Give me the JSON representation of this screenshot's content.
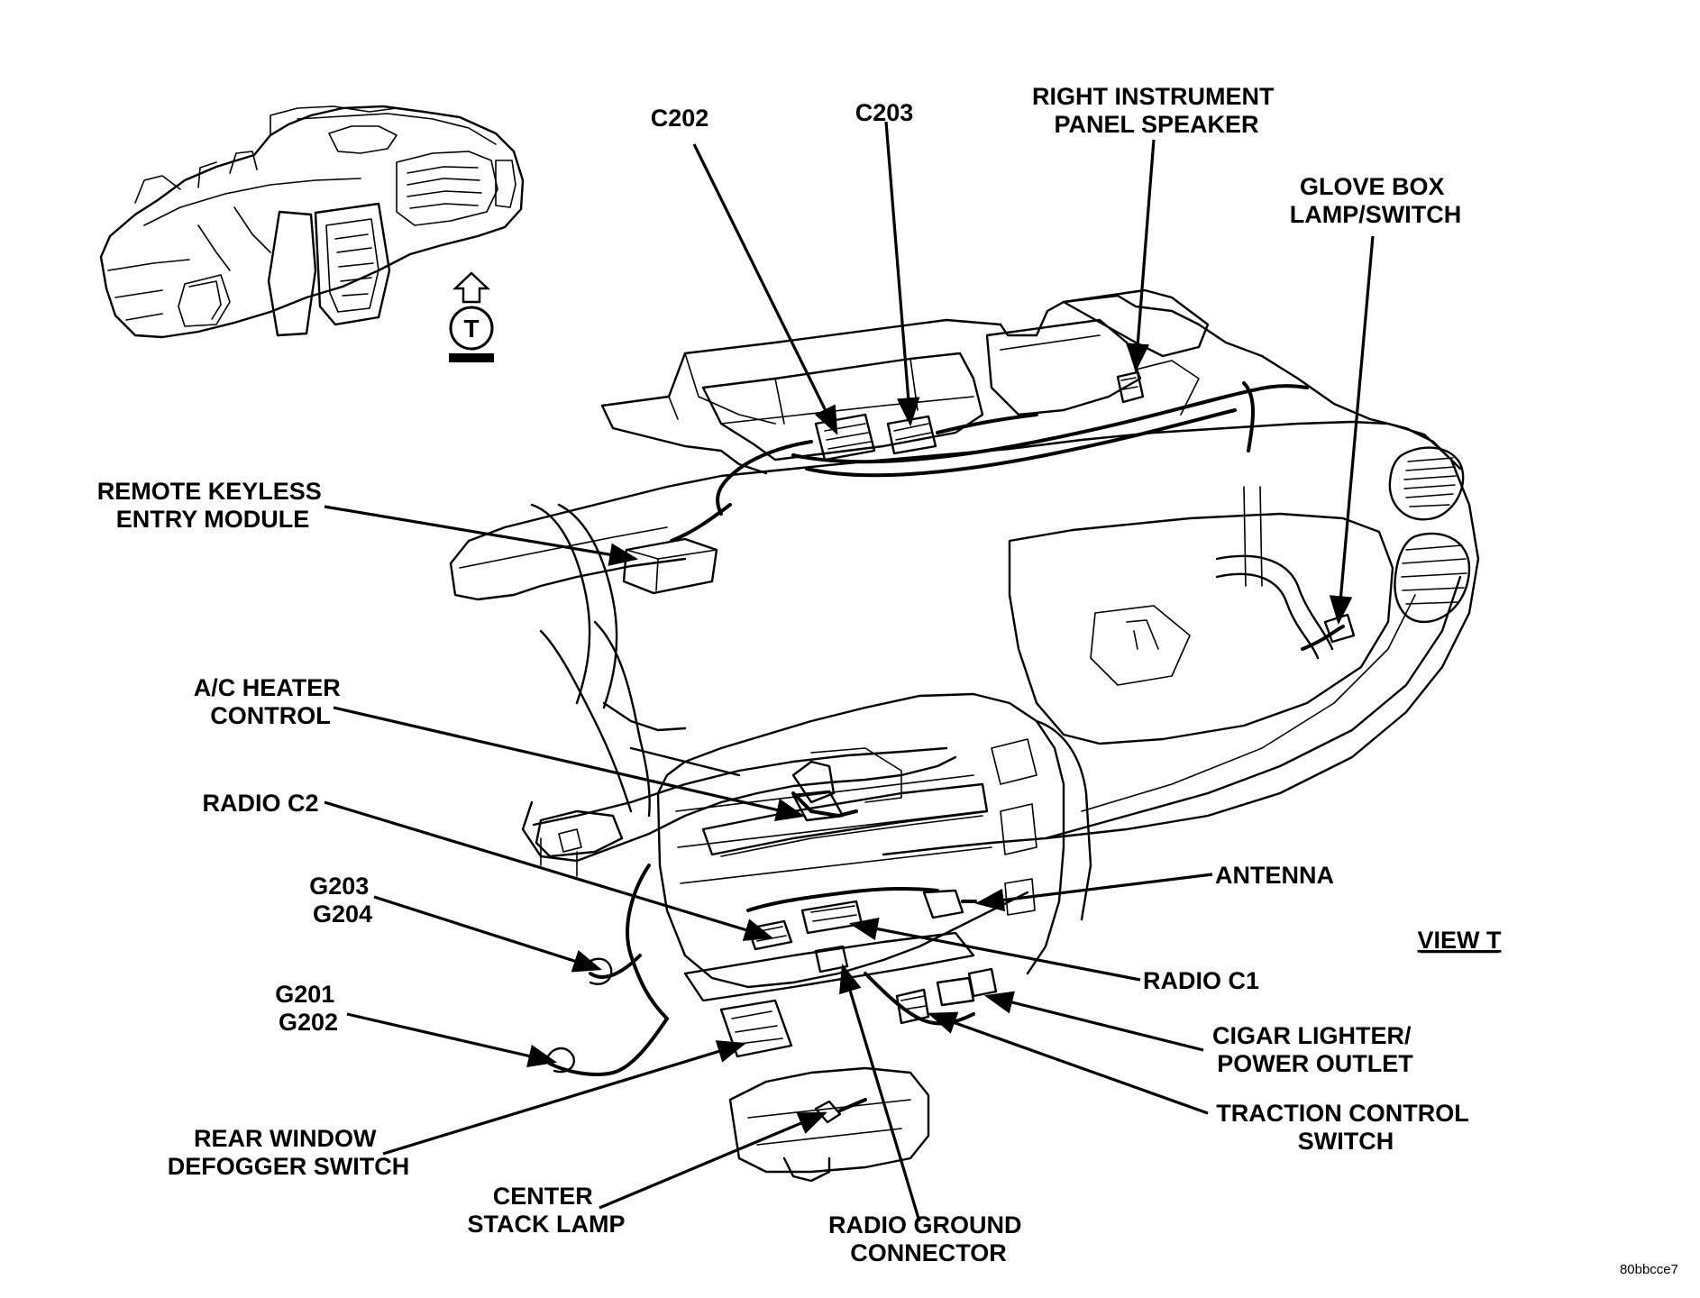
{
  "figure_id": "80bbcce7",
  "view_label": "VIEW T",
  "view_badge": "T",
  "callouts": [
    {
      "id": "c202",
      "lines": [
        "C202"
      ]
    },
    {
      "id": "c203",
      "lines": [
        "C203"
      ]
    },
    {
      "id": "right-speaker",
      "lines": [
        "RIGHT INSTRUMENT",
        "PANEL SPEAKER"
      ]
    },
    {
      "id": "glove-box",
      "lines": [
        "GLOVE BOX",
        "LAMP/SWITCH"
      ]
    },
    {
      "id": "keyless",
      "lines": [
        "REMOTE KEYLESS",
        "ENTRY MODULE"
      ]
    },
    {
      "id": "ac-heater",
      "lines": [
        "A/C HEATER",
        "CONTROL"
      ]
    },
    {
      "id": "radio-c2",
      "lines": [
        "RADIO C2"
      ]
    },
    {
      "id": "antenna",
      "lines": [
        "ANTENNA"
      ]
    },
    {
      "id": "g203-g204",
      "lines": [
        "G203",
        "G204"
      ]
    },
    {
      "id": "radio-c1",
      "lines": [
        "RADIO C1"
      ]
    },
    {
      "id": "g201-g202",
      "lines": [
        "G201",
        "G202"
      ]
    },
    {
      "id": "cigar",
      "lines": [
        "CIGAR LIGHTER/",
        "POWER OUTLET"
      ]
    },
    {
      "id": "defogger",
      "lines": [
        "REAR WINDOW",
        "DEFOGGER SWITCH"
      ]
    },
    {
      "id": "traction",
      "lines": [
        "TRACTION CONTROL",
        "SWITCH"
      ]
    },
    {
      "id": "center-stack",
      "lines": [
        "CENTER",
        "STACK LAMP"
      ]
    },
    {
      "id": "radio-ground",
      "lines": [
        "RADIO GROUND",
        "CONNECTOR"
      ]
    }
  ]
}
